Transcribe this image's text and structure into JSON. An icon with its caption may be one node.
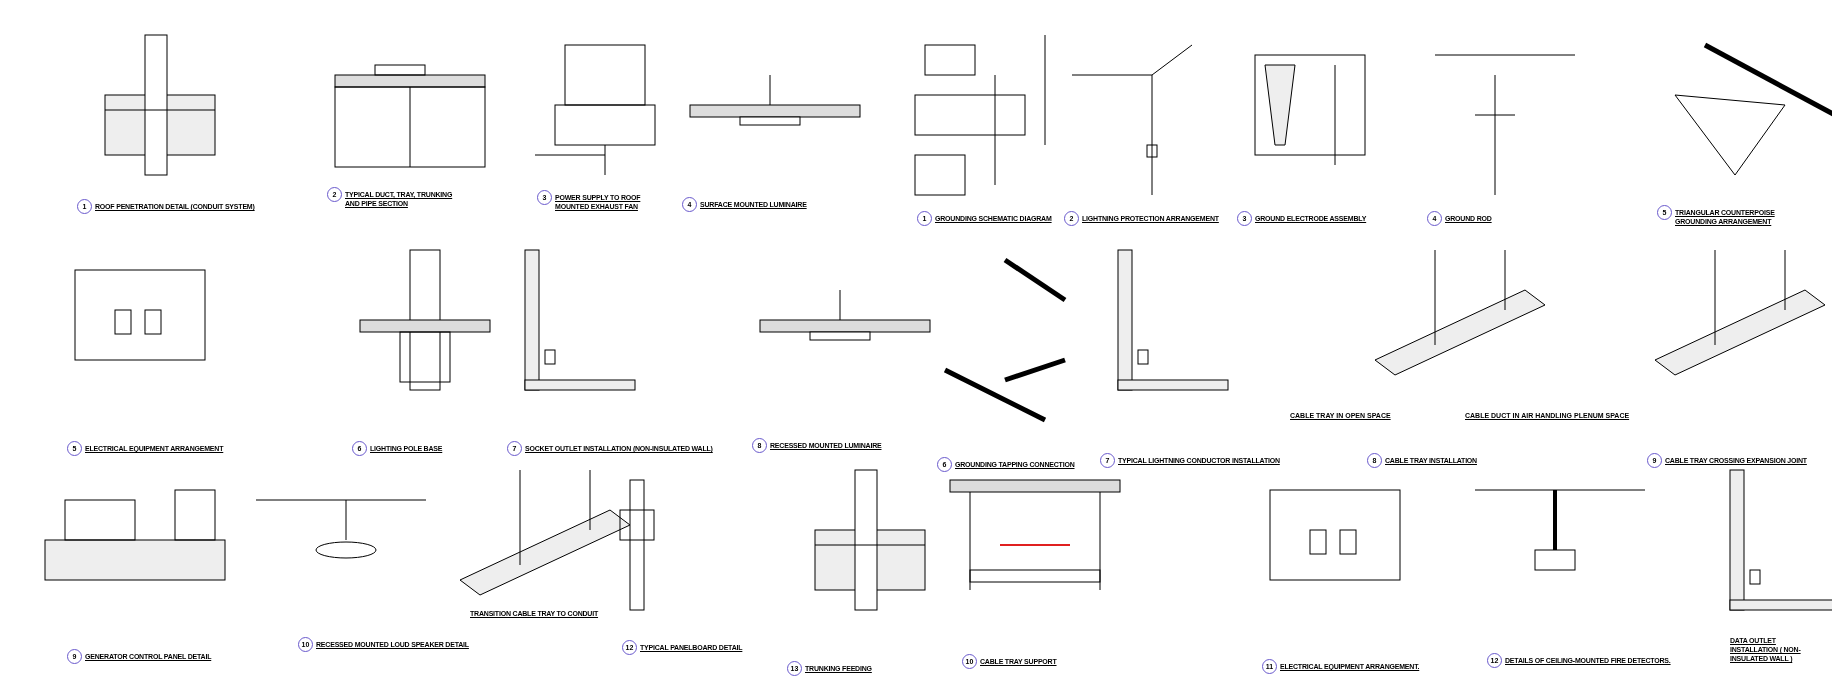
{
  "diagram": {
    "labels": [
      "1",
      "ROOF PENETRATION DETAIL (CONDUIT SYSTEM)",
      "TYPICAL DUCT, TRAY, TRUNKING AND PIPE SECTION",
      "2",
      "3",
      "POWER SUPPLY TO ROOF MOUNTED EXHAUST FAN",
      "4",
      "SURFACE MOUNTED LUMINAIRE",
      "1",
      "GROUNDING SCHEMATIC DIAGRAM",
      "2",
      "LIGHTNING PROTECTION ARRANGEMENT",
      "3",
      "GROUND ELECTRODE ASSEMBLY",
      "4",
      "GROUND ROD",
      "TRIANGULAR COUNTERPOISE GROUNDING ARRANGEMENT",
      "5",
      "CABLE TRAY IN OPEN SPACE",
      "CABLE DUCT IN AIR HANDLING PLENUM SPACE",
      "5",
      "ELECTRICAL EQUIPMENT ARRANGEMENT",
      "6",
      "LIGHTING POLE BASE",
      "7",
      "SOCKET OUTLET INSTALLATION (NON-INSULATED WALL)",
      "8",
      "RECESSED MOUNTED LUMINAIRE",
      "6",
      "GROUNDING TAPPING CONNECTION",
      "7",
      "TYPICAL LIGHTNING CONDUCTOR INSTALLATION",
      "8",
      "CABLE TRAY INSTALLATION",
      "9",
      "CABLE TRAY CROSSING EXPANSION JOINT",
      "TRANSITION CABLE TRAY TO CONDUIT",
      "DATA OUTLET INSTALLATION ( NON-INSULATED WALL )",
      "10",
      "RECESSED MOUNTED LOUD SPEAKER DETAIL",
      "12",
      "TYPICAL PANELBOARD DETAIL",
      "10",
      "CABLE TRAY SUPPORT",
      "12",
      "DETAILS OF CEILING-MOUNTED FIRE DETECTORS.",
      "9",
      "GENERATOR CONTROL PANEL DETAIL",
      "13",
      "TRUNKING FEEDING",
      "11",
      "ELECTRICAL EQUIPMENT ARRANGEMENT."
    ]
  }
}
